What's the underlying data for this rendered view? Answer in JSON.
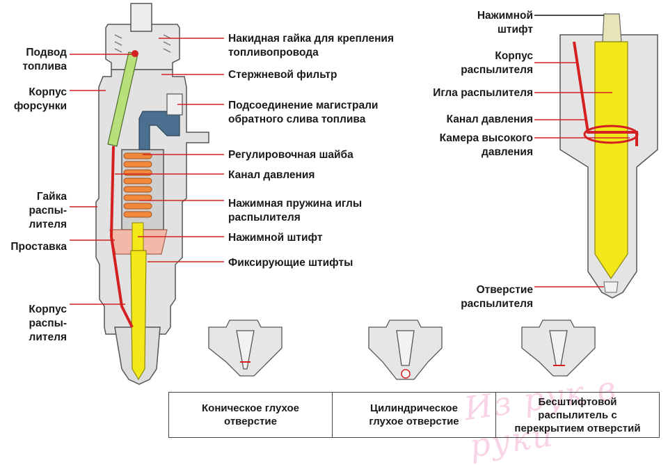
{
  "left_injector": {
    "labels_left": [
      {
        "id": "fuel-inlet",
        "text": "Подвод\nтоплива"
      },
      {
        "id": "injector-body",
        "text": "Корпус\nфорсунки"
      },
      {
        "id": "nozzle-nut",
        "text": "Гайка\nраспы-\nлителя"
      },
      {
        "id": "spacer",
        "text": "Проставка"
      },
      {
        "id": "nozzle-body",
        "text": "Корпус\nраспы-\nлителя"
      }
    ],
    "labels_right": [
      {
        "id": "union-nut",
        "text": "Накидная гайка для крепления\nтопливопровода"
      },
      {
        "id": "rod-filter",
        "text": "Стержневой фильтр"
      },
      {
        "id": "return-connection",
        "text": "Подсоединение магистрали\nобратного слива топлива"
      },
      {
        "id": "adjusting-shim",
        "text": "Регулировочная шайба"
      },
      {
        "id": "pressure-channel",
        "text": "Канал давления"
      },
      {
        "id": "needle-spring",
        "text": "Нажимная пружина иглы\nраспылителя"
      },
      {
        "id": "pressure-pin",
        "text": "Нажимной штифт"
      },
      {
        "id": "locating-pins",
        "text": "Фиксирующие штифты"
      }
    ]
  },
  "right_nozzle": {
    "labels": [
      {
        "id": "pressure-pin",
        "text": "Нажимной\nштифт"
      },
      {
        "id": "nozzle-body",
        "text": "Корпус\nраспылителя"
      },
      {
        "id": "nozzle-needle",
        "text": "Игла распылителя"
      },
      {
        "id": "pressure-channel",
        "text": "Канал давления"
      },
      {
        "id": "high-pressure-chamber",
        "text": "Камера высокого\nдавления"
      },
      {
        "id": "spray-hole",
        "text": "Отверстие\nраспылителя"
      }
    ]
  },
  "nozzle_types": [
    {
      "id": "conical",
      "text": "Коническое глухое\nотверстие"
    },
    {
      "id": "cylindrical",
      "text": "Цилиндрическое\nглухое отверстие"
    },
    {
      "id": "valve-covered",
      "text": "Бесштифтовой\nраспылитель с\nперекрытием отверстий"
    }
  ],
  "watermark": "Из рук в руки",
  "colors": {
    "leader": "#d42020",
    "fuel_yellow": "#f2e81a",
    "body_gray": "#e4e4e4",
    "outline": "#555555",
    "spring": "#f08a3a",
    "filter_green": "#b8e07a",
    "return_blue": "#4a6f8f"
  }
}
